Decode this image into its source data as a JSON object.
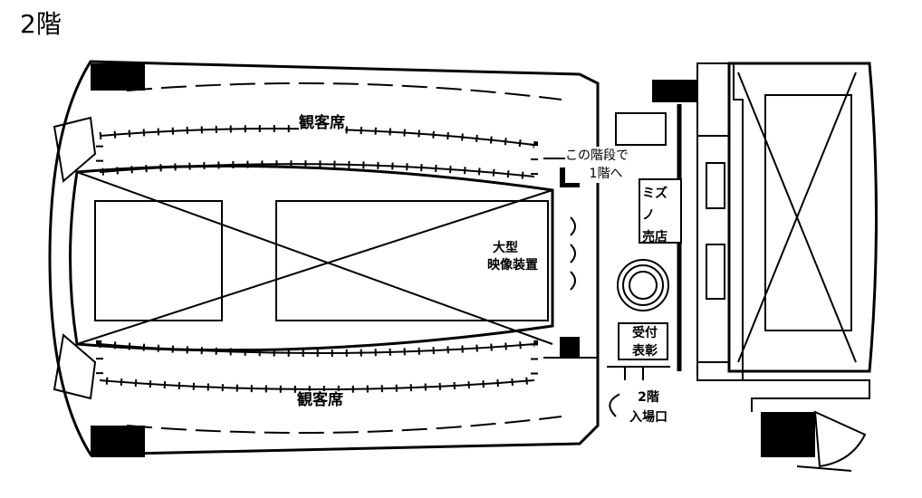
{
  "floor_title": "2階",
  "labels": {
    "seating_top": "観客席",
    "seating_bottom": "観客席",
    "stairs_line1": "この階段で",
    "stairs_line2": "1階へ",
    "screen_line1": "大型",
    "screen_line2": "映像装置",
    "shop_line1": "ミズノ",
    "shop_line2": "売店",
    "reception_line1": "受付",
    "reception_line2": "表彰",
    "entrance_line1": "2階",
    "entrance_line2": "入場口"
  }
}
